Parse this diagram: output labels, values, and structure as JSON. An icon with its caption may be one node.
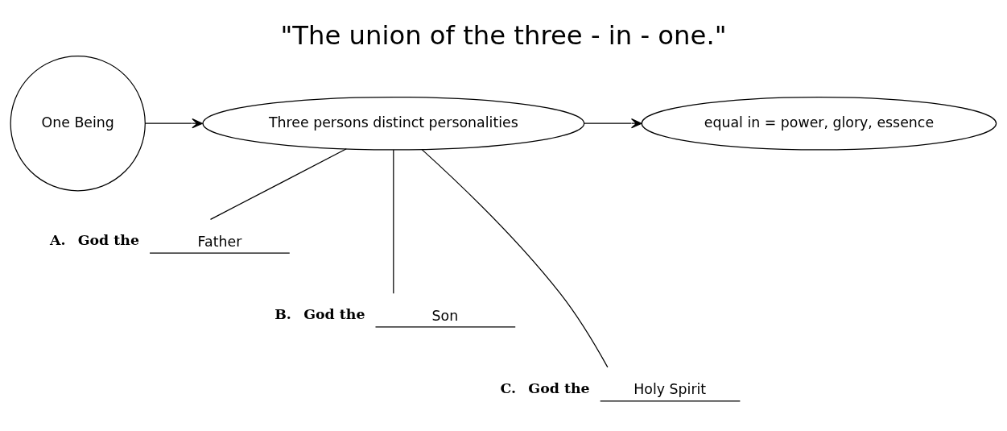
{
  "diagram": {
    "title": "\"The union of the three - in - one.\"",
    "nodes": [
      {
        "text": [
          "One Being"
        ]
      },
      {
        "text": [
          "Three persons distinct personalities"
        ]
      },
      {
        "text": [
          "equal in = power, glory, essence"
        ]
      },
      {
        "text": [
          "A.",
          "God the",
          "Father"
        ]
      },
      {
        "text": [
          "B.",
          "God the",
          "Son"
        ]
      },
      {
        "text": [
          "C.",
          "God the",
          "Holy Spirit"
        ]
      }
    ],
    "edges": [
      {
        "from": 0,
        "to": 1,
        "arrow": "to"
      },
      {
        "from": 1,
        "to": 2,
        "arrow": "to"
      },
      {
        "from": 1,
        "to": 3,
        "arrow": "none"
      },
      {
        "from": 1,
        "to": 4,
        "arrow": "none"
      },
      {
        "from": 1,
        "to": 5,
        "arrow": "none"
      }
    ]
  }
}
